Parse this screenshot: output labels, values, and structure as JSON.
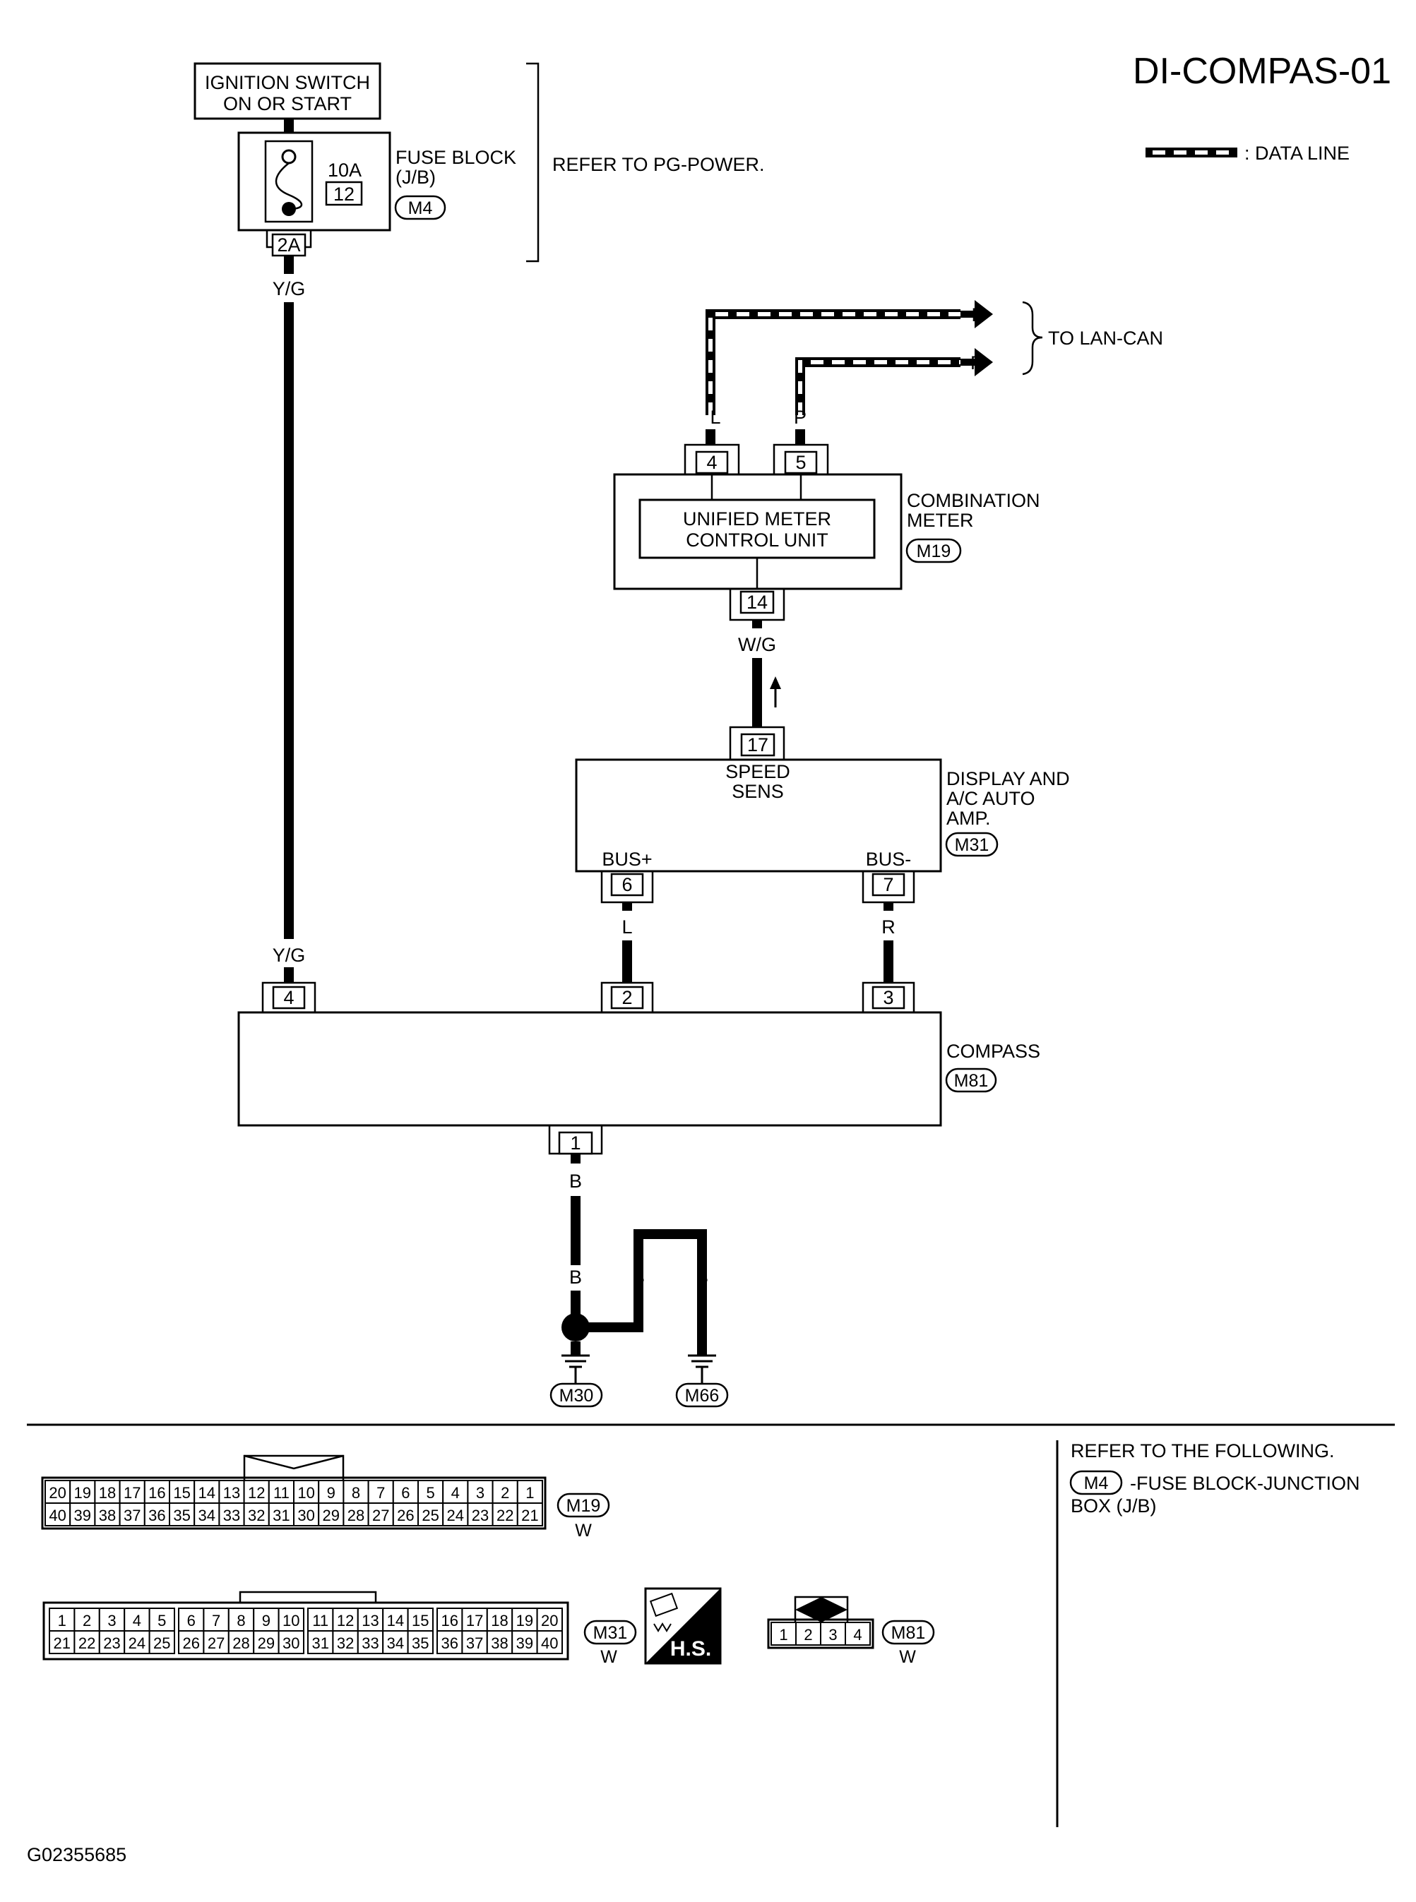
{
  "diagram_id": "DI-COMPAS-01",
  "figure_code": "G02355685",
  "legend": {
    "data_line_label": ": DATA LINE"
  },
  "ignition": {
    "line1": "IGNITION SWITCH",
    "line2": "ON OR START"
  },
  "fuse_block": {
    "amp": "10A",
    "fuse_no": "12",
    "name_line1": "FUSE BLOCK",
    "name_line2": "(J/B)",
    "connector": "M4",
    "terminal": "2A",
    "refer": "REFER TO PG-POWER."
  },
  "lan_can": {
    "label": "TO LAN-CAN",
    "wire_l": "L",
    "wire_p": "P"
  },
  "combination_meter": {
    "unit_line1": "UNIFIED METER",
    "unit_line2": "CONTROL UNIT",
    "name_line1": "COMBINATION",
    "name_line2": "METER",
    "connector": "M19",
    "pin_l": "4",
    "pin_p": "5",
    "pin_out": "14",
    "wire_l": "L",
    "wire_p": "P",
    "wire_out": "W/G"
  },
  "display_amp": {
    "signal_line1": "SPEED",
    "signal_line2": "SENS",
    "name_line1": "DISPLAY AND",
    "name_line2": "A/C AUTO",
    "name_line3": "AMP.",
    "connector": "M31",
    "pin_speed": "17",
    "pin_bus_plus": "6",
    "pin_bus_minus": "7",
    "bus_plus": "BUS+",
    "bus_minus": "BUS-",
    "wire_bus_plus": "L",
    "wire_bus_minus": "R"
  },
  "compass": {
    "name": "COMPASS",
    "connector": "M81",
    "pin_power": "4",
    "pin_bus_plus": "2",
    "pin_bus_minus": "3",
    "pin_ground": "1",
    "wire_power": "Y/G"
  },
  "power_wire": "Y/G",
  "ground": {
    "wire": "B",
    "connector_a": "M30",
    "connector_b": "M66"
  },
  "connector_views": {
    "m19": {
      "id": "M19",
      "color": "W",
      "top": [
        "20",
        "19",
        "18",
        "17",
        "16",
        "15",
        "14",
        "13",
        "12",
        "11",
        "10",
        "9",
        "8",
        "7",
        "6",
        "5",
        "4",
        "3",
        "2",
        "1"
      ],
      "bottom": [
        "40",
        "39",
        "38",
        "37",
        "36",
        "35",
        "34",
        "33",
        "32",
        "31",
        "30",
        "29",
        "28",
        "27",
        "26",
        "25",
        "24",
        "23",
        "22",
        "21"
      ]
    },
    "m31": {
      "id": "M31",
      "color": "W",
      "top": [
        "1",
        "2",
        "3",
        "4",
        "5",
        "6",
        "7",
        "8",
        "9",
        "10",
        "11",
        "12",
        "13",
        "14",
        "15",
        "16",
        "17",
        "18",
        "19",
        "20"
      ],
      "bottom": [
        "21",
        "22",
        "23",
        "24",
        "25",
        "26",
        "27",
        "28",
        "29",
        "30",
        "31",
        "32",
        "33",
        "34",
        "35",
        "36",
        "37",
        "38",
        "39",
        "40"
      ]
    },
    "m81": {
      "id": "M81",
      "color": "W",
      "pins": [
        "1",
        "2",
        "3",
        "4"
      ]
    },
    "hs_label": "H.S."
  },
  "refer_following": {
    "title": "REFER TO THE FOLLOWING.",
    "connector": "M4",
    "text_line1": "-FUSE BLOCK-JUNCTION",
    "text_line2": "BOX (J/B)"
  }
}
